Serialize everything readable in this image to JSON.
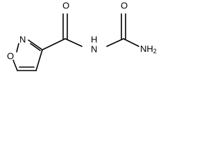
{
  "structure": {
    "atoms": [
      {
        "id": "o_carbonyl_1",
        "label": "O"
      },
      {
        "id": "n_ring",
        "label": "N"
      },
      {
        "id": "o_ring",
        "label": "O"
      },
      {
        "id": "n_imide",
        "label": "N"
      },
      {
        "id": "h_imide",
        "label": "H"
      },
      {
        "id": "o_carbonyl_2",
        "label": "O"
      },
      {
        "id": "nh2",
        "label": "NH",
        "subscript": "2"
      }
    ]
  },
  "colors": {
    "bond": "#000000",
    "text": "#000000",
    "background": "#ffffff"
  }
}
